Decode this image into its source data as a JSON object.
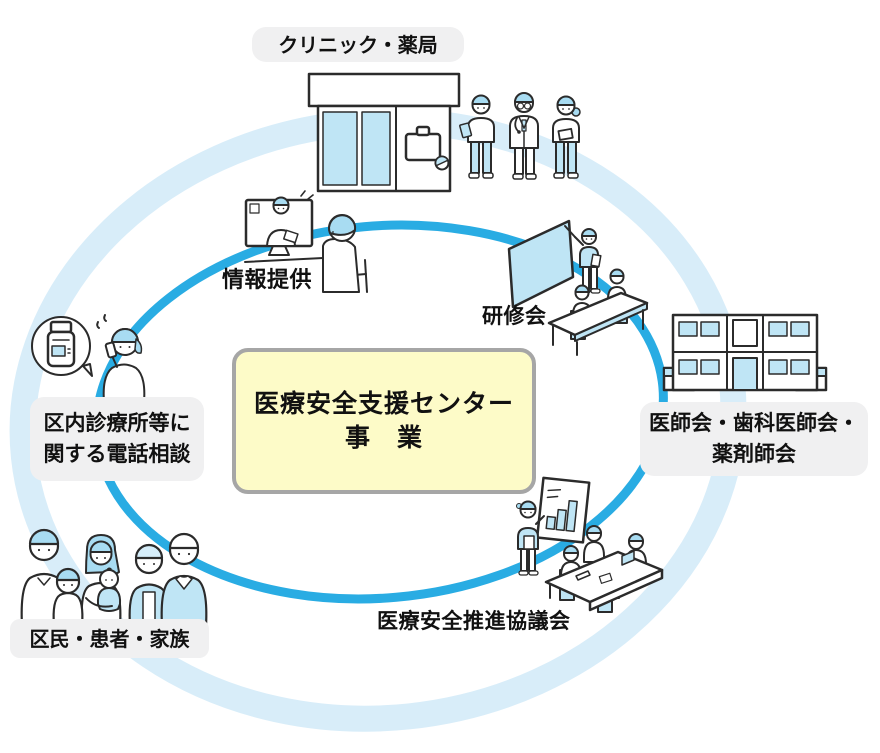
{
  "center": {
    "line1": "医療安全支援センター",
    "line2": "事　業"
  },
  "nodes": {
    "clinic": {
      "label": "クリニック・薬局"
    },
    "info": {
      "label": "情報提供"
    },
    "training": {
      "label": "研修会"
    },
    "associations": {
      "line1": "医師会・歯科医師会・",
      "line2": "薬剤師会"
    },
    "phone": {
      "line1": "区内診療所等に",
      "line2": "関する電話相談"
    },
    "residents": {
      "label": "区民・患者・家族"
    },
    "council": {
      "label": "医療安全推進協議会"
    }
  },
  "colors": {
    "cycle_blue": "#29ACE3",
    "background_ring_blue": "#D8EDF9",
    "illustration_blue": "#BFE5F5",
    "hair_blue": "#A8DCF2",
    "center_fill": "#FDFBC8",
    "center_border": "#A6A6A6",
    "label_background": "#F0F0F1",
    "outline": "#2B2B2B",
    "text": "#111111"
  }
}
